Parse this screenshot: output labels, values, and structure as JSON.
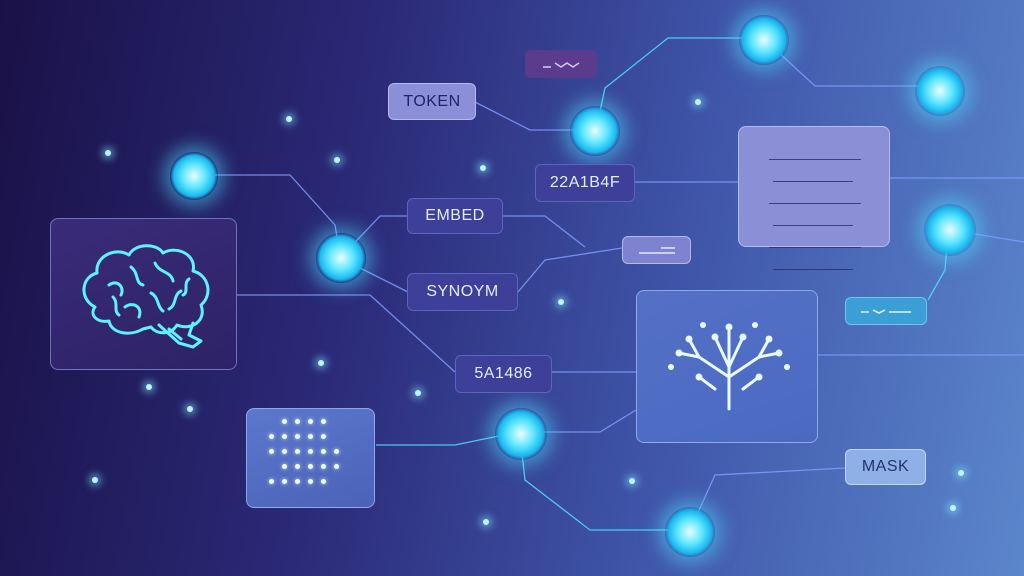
{
  "labels": {
    "token": "TOKEN",
    "embed": "EMBED",
    "synonym": "SYNOYM",
    "hex_code": "22A1B4F",
    "number_code": "5A1486",
    "mask": "MASK"
  },
  "colors": {
    "background_left": "#1a1147",
    "background_right": "#5b86cc",
    "node_glow": "#5fe6ff",
    "connector": "#7f9cff",
    "brain_outline": "#5ff2ff",
    "tree": "#e9fbff"
  },
  "icons": [
    "brain-icon",
    "tree-icon",
    "dot-matrix-icon",
    "document-icon"
  ]
}
